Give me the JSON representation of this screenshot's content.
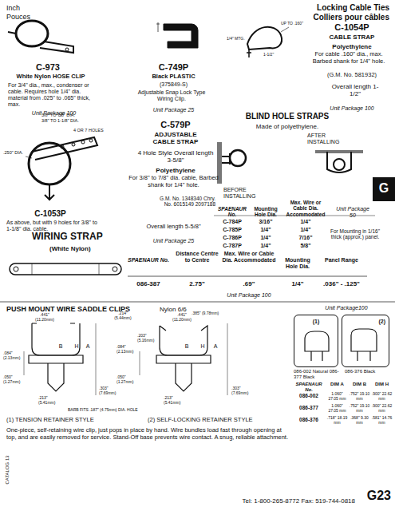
{
  "diagram": {
    "nodes": [
      {
        "text": [
          "G"
        ]
      },
      {
        "text": [
          "(1)"
        ]
      },
      {
        "text": [
          "(2)"
        ]
      }
    ],
    "labels": [
      "Inch",
      "Pouces",
      "Locking Cable Ties",
      "Colliers pour câbles",
      "C-1054P",
      "CABLE STRAP",
      "Polyethylene",
      "For cable .160\" dia., max. Barbed shank for 1/4\" hole.",
      "(G.M. No. 581932)",
      "Overall length 1-1/2\"",
      "Unit Package 100",
      "C-973",
      "White Nylon HOSE CLIP",
      "For 3/4\" dia., max., condenser or cable. Requires hole 1/4\" dia. material from .025\" to .065\" thick, max.",
      "Unit Package 100",
      "C-749P",
      "Black PLASTIC",
      "(375849-S)",
      "Adjustable Snap Lock Type Wiring Clip.",
      "Unit Package 25",
      "C-579P",
      "ADJUSTABLE CABLE STRAP",
      "4 Hole Style Overall length 3-5/8\"",
      "Polyethylene",
      "For 3/8\" to 7/8\" dia. cable, Barbed shank for 1/4\" hole.",
      "G.M. No. 1348340 Chry. No. 6015149 2097188",
      "Overall length 5-5/8\"",
      "Unit Package 25",
      "3/8\" TO 7/8\" DIA.",
      "3/8\" TO 1-1/8\" DIA.",
      "4 OR 7 HOLES",
      ".250\" DIA.",
      "C-1053P",
      "As above, but with 9 holes for 3/8\" to 1-1/8\" dia. cable.",
      "UP TO .160\"",
      "1/4\" MTG.",
      "1-1/2\"",
      "BLIND HOLE STRAPS",
      "Made of polyethylene.",
      "BEFORE INSTALLING",
      "AFTER INSTALLING",
      "SPAENAUR No.",
      "Mounting Hole Dia.",
      "Max. Wire or Cable Dia. Accommodated",
      "Unit Package 50",
      "For Mounting in 1/16\" thick (approx.) panel.",
      "C-784P",
      "3/16\"",
      "1/4\"",
      "C-785P",
      "1/4\"",
      "1/4\"",
      "C-786P",
      "1/4\"",
      "7/16\"",
      "C-787P",
      "1/4\"",
      "5/8\"",
      "WIRING STRAP",
      "(White Nylon)",
      "SPAENAUR No.",
      "Distance Centre to Centre",
      "Max. Wire or Cable Dia. Accommodated",
      "Mounting Hole Dia.",
      "Panel Range",
      "086-387",
      "2.75\"",
      ".69\"",
      "1/4\"",
      ".036\" - .125\"",
      "Unit Package 100",
      "PUSH MOUNT WIRE SADDLE CLIPS",
      "Nylon 6/6",
      "Unit Package100",
      ".441\" (11.20mm)",
      ".214\" (5.44mm)",
      ".441\" (11.20mm)",
      ".084\" (2.13mm)",
      ".050\" (1.27mm)",
      "B",
      "H",
      "A",
      ".303\" (7.69mm)",
      ".213\" (5.41mm)",
      ".084\" (2.13mm)",
      ".203\" (5.16mm)",
      ".050\" (1.27mm)",
      ".385\" (9.78mm)",
      "B",
      "H",
      "A",
      ".213\" (5.41mm)",
      ".303\" (7.69mm)",
      "BARB FITS .187\" (4.75mm) DIA. HOLE",
      "(1) TENSION RETAINER STYLE",
      "(2) SELF-LOCKING RETAINER STYLE",
      "One-piece, self-retaining wire clip, just pops in place by hand. Wire bundles load fast through opening at top, and are easily removed for service. Stand-Off base prevents wire contact. A snug, reliable attachment.",
      "086-002 Natural 086-377 Black",
      "086-376 Black",
      "SPAENAUR No.",
      "DIM A",
      "DIM B",
      "DIM H",
      "086-002",
      "1.060\" 27.05 mm",
      ".752\" 19.10 mm",
      ".900\" 22.62 mm",
      "086-377",
      "1.060\" 27.05 mm",
      ".752\" 19.10 mm",
      ".900\" 22.62 mm",
      "086-376",
      ".718\" 18.19 mm",
      ".368\" 9.30 mm",
      ".581\" 14.76 mm",
      "Tel: 1-800-265-8772 Fax: 519-744-0818",
      "G23",
      "CATALOG 13"
    ]
  }
}
